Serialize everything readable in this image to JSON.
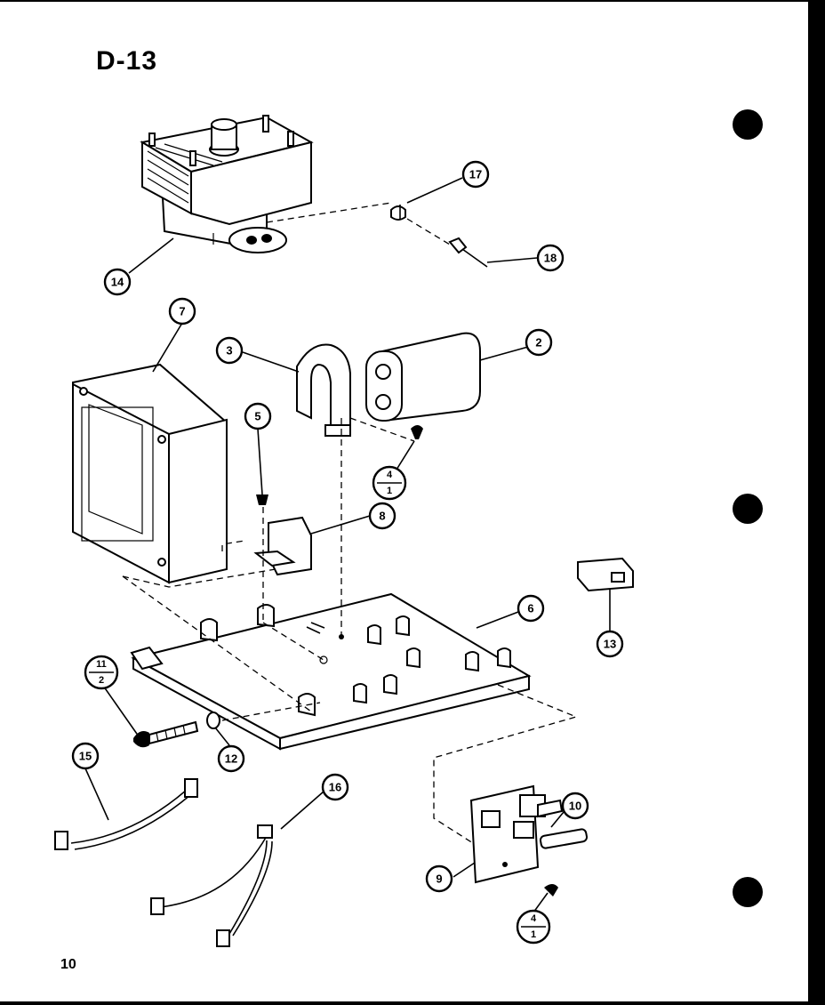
{
  "diagram_title": "D-13",
  "page_number": "10",
  "callouts": [
    {
      "id": "c14",
      "label": "14"
    },
    {
      "id": "c17",
      "label": "17"
    },
    {
      "id": "c18",
      "label": "18"
    },
    {
      "id": "c7",
      "label": "7"
    },
    {
      "id": "c3",
      "label": "3"
    },
    {
      "id": "c2",
      "label": "2"
    },
    {
      "id": "c5",
      "label": "5"
    },
    {
      "id": "c8",
      "label": "8"
    },
    {
      "id": "c6",
      "label": "6"
    },
    {
      "id": "c13",
      "label": "13"
    },
    {
      "id": "c12",
      "label": "12"
    },
    {
      "id": "c15",
      "label": "15"
    },
    {
      "id": "c16",
      "label": "16"
    },
    {
      "id": "c10",
      "label": "10"
    },
    {
      "id": "c9",
      "label": "9"
    }
  ],
  "fractions": [
    {
      "id": "f1",
      "top": "4",
      "bottom": "1"
    },
    {
      "id": "f2",
      "top": "11",
      "bottom": "2"
    },
    {
      "id": "f3",
      "top": "4",
      "bottom": "1"
    }
  ]
}
